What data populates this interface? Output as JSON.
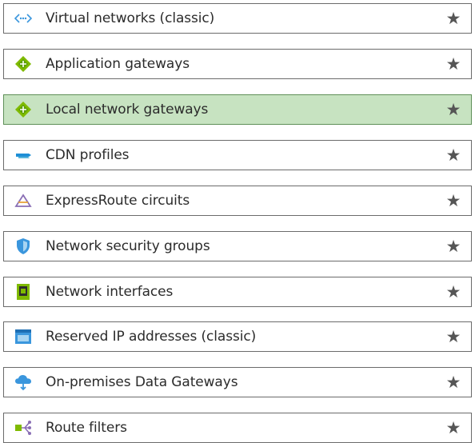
{
  "favorites": {
    "items": [
      {
        "label": "Virtual networks (classic)",
        "icon": "virtual-network-icon",
        "selected": false
      },
      {
        "label": "Application gateways",
        "icon": "application-gateway-icon",
        "selected": false
      },
      {
        "label": "Local network gateways",
        "icon": "local-network-gateway-icon",
        "selected": true
      },
      {
        "label": "CDN profiles",
        "icon": "cdn-profile-icon",
        "selected": false
      },
      {
        "label": "ExpressRoute circuits",
        "icon": "expressroute-icon",
        "selected": false
      },
      {
        "label": "Network security groups",
        "icon": "shield-icon",
        "selected": false
      },
      {
        "label": "Network interfaces",
        "icon": "network-interface-icon",
        "selected": false
      },
      {
        "label": "Reserved IP addresses (classic)",
        "icon": "reserved-ip-icon",
        "selected": false
      },
      {
        "label": "On-premises Data Gateways",
        "icon": "cloud-gateway-icon",
        "selected": false
      },
      {
        "label": "Route filters",
        "icon": "route-filter-icon",
        "selected": false
      }
    ],
    "star_glyph": "★"
  },
  "colors": {
    "selected_background": "#c7e3c1",
    "row_border": "#6b6b6b",
    "star": "#555555"
  }
}
